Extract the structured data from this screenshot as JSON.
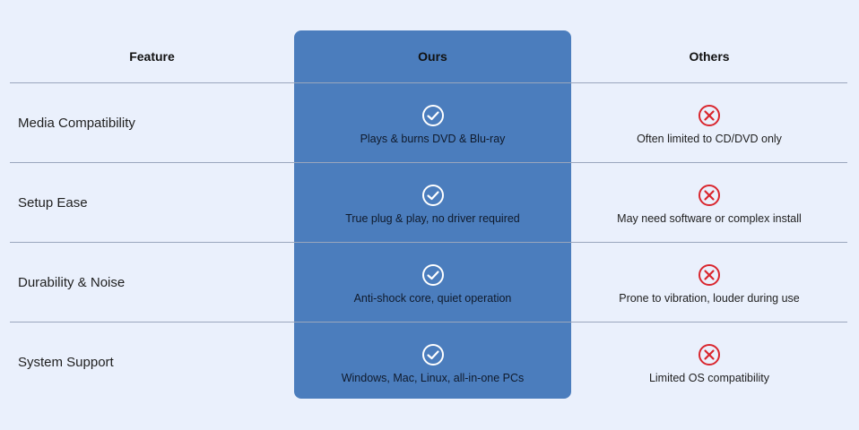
{
  "header": {
    "feature": "Feature",
    "ours": "Ours",
    "others": "Others"
  },
  "rows": [
    {
      "feature": "Media Compatibility",
      "ours": "Plays & burns DVD & Blu-ray",
      "others": "Often limited to CD/DVD only"
    },
    {
      "feature": "Setup Ease",
      "ours": "True plug & play, no driver required",
      "others": "May need software or complex install"
    },
    {
      "feature": "Durability & Noise",
      "ours": "Anti-shock core, quiet operation",
      "others": "Prone to vibration, louder during use"
    },
    {
      "feature": "System Support",
      "ours": "Windows, Mac, Linux, all-in-one PCs",
      "others": "Limited OS compatibility"
    }
  ],
  "icons": {
    "ours": "check-circle-icon",
    "others": "x-circle-icon"
  },
  "colors": {
    "background": "#eaf0fc",
    "ours_column": "#4b7dbd",
    "check": "#ffffff",
    "cross": "#d9262e",
    "divider": "#9aa6bd"
  }
}
